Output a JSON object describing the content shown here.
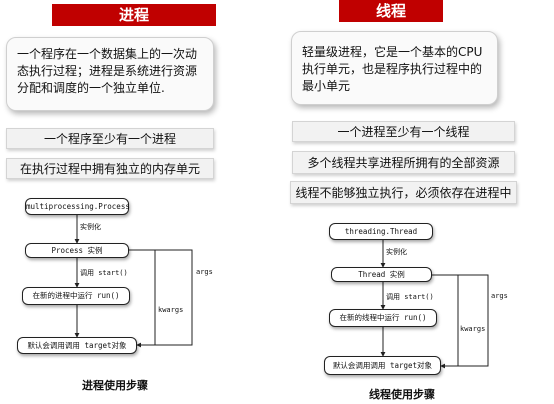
{
  "left": {
    "title": "进程",
    "desc_line1": "一个程序在一个数据集上的一次动",
    "desc_line2": "态执行过程；进程是系统进行资源",
    "desc_line3": "分配和调度的一个独立单位.",
    "fact1": "一个程序至少有一个进程",
    "fact2": "在执行过程中拥有独立的内存单元",
    "flow": {
      "node1": "multiprocessing.Process",
      "step1": "实例化",
      "node2": "Process 实例",
      "step2": "调用 start()",
      "node3": "在新的进程中运行 run()",
      "node4": "默认会调用调用 target对象",
      "args": "args",
      "kwargs": "kwargs"
    },
    "caption": "进程使用步骤"
  },
  "right": {
    "title": "线程",
    "desc_line1": "轻量级进程，它是一个基本的CPU",
    "desc_line2": "执行单元，也是程序执行过程中的",
    "desc_line3": "最小单元",
    "fact1": "一个进程至少有一个线程",
    "fact2": "多个线程共享进程所拥有的全部资源",
    "fact3": "线程不能够独立执行，必须依存在进程中",
    "flow": {
      "node1": "threading.Thread",
      "step1": "实例化",
      "node2": "Thread 实例",
      "step2": "调用 start()",
      "node3": "在新的线程中运行 run()",
      "node4": "默认会调用调用 target对象",
      "args": "args",
      "kwargs": "kwargs"
    },
    "caption": "线程使用步骤"
  },
  "colors": {
    "title_bg": "#c00000",
    "fact_bg": "#f2f2f2"
  }
}
